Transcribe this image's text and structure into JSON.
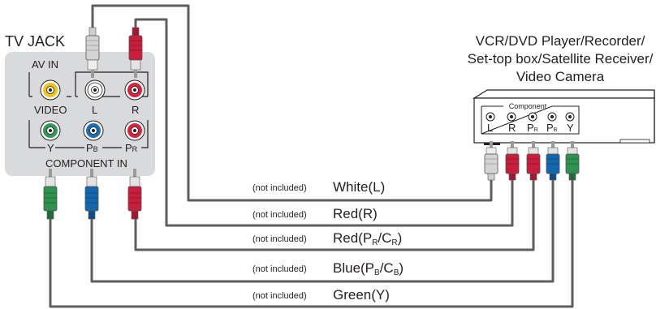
{
  "tv_jack": {
    "title": "TV JACK",
    "av_in_label": "AV IN",
    "video_label": "VIDEO",
    "audio_left_label": "L",
    "audio_right_label": "R",
    "y_label": "Y",
    "pb_label": "P",
    "pb_sub": "B",
    "pr_label": "P",
    "pr_sub": "R",
    "component_in_label": "COMPONENT IN"
  },
  "device": {
    "title_line1": "VCR/DVD Player/Recorder/",
    "title_line2": "Set-top box/Satellite Receiver/",
    "title_line3": "Video Camera",
    "component_label": "Component",
    "jack_l": "L",
    "jack_r": "R",
    "jack_pr": "P",
    "jack_pr_sub": "R",
    "jack_pb": "P",
    "jack_pb_sub": "B",
    "jack_y": "Y"
  },
  "cables": [
    {
      "note": "(not included)",
      "label": "White(L)",
      "color": "#d9d9d9"
    },
    {
      "note": "(not included)",
      "label": "Red(R)",
      "color": "#d6243f"
    },
    {
      "note": "(not included)",
      "label": "Red(P",
      "sub1": "R",
      "mid": "/C",
      "sub2": "R",
      "end": ")",
      "color": "#d6243f"
    },
    {
      "note": "(not included)",
      "label": "Blue(P",
      "sub1": "B",
      "mid": "/C",
      "sub2": "B",
      "end": ")",
      "color": "#1a6fb9"
    },
    {
      "note": "(not included)",
      "label": "Green(Y)",
      "color": "#2f9a55"
    }
  ],
  "colors": {
    "panel": "#d9dadb",
    "white_plug": "#d4d4d4",
    "red_plug": "#c81e3c",
    "blue_plug": "#1467ad",
    "green_plug": "#2e9150",
    "yellow_jack": "#f2c21b",
    "cable": "#5e5e60"
  }
}
